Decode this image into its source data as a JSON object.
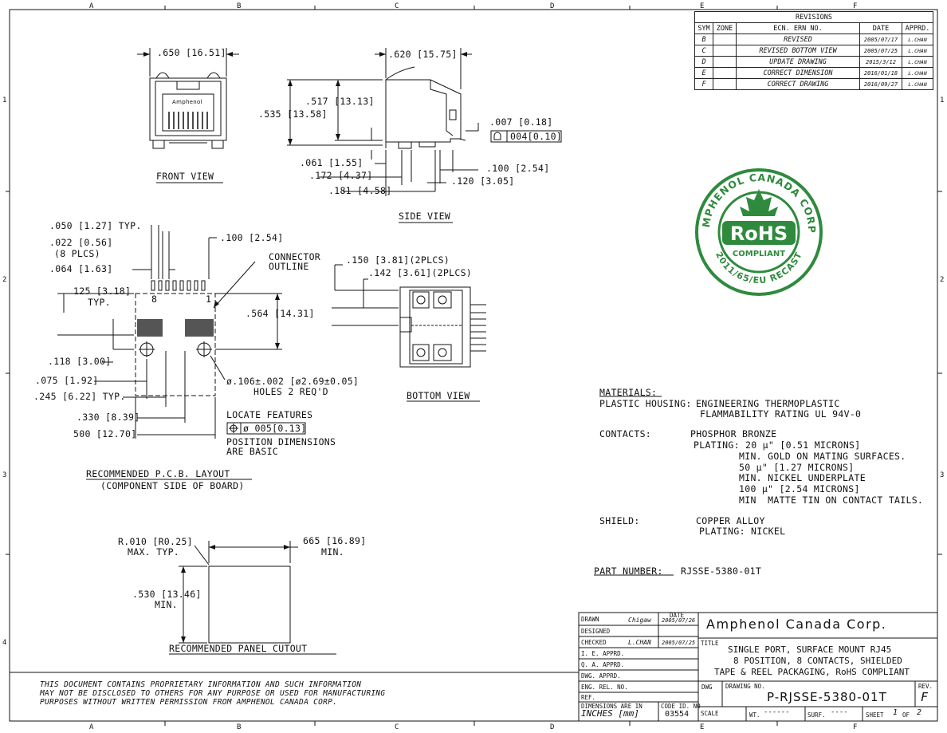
{
  "border": {
    "cols": [
      "A",
      "B",
      "C",
      "D",
      "E",
      "F"
    ],
    "rows": [
      "1",
      "2",
      "3",
      "4"
    ]
  },
  "revisions": {
    "title": "REVISIONS",
    "headers": [
      "SYM",
      "ZONE",
      "ECN. ERN NO.",
      "DATE",
      "APPRD."
    ],
    "rows": [
      {
        "sym": "B",
        "zone": "",
        "desc": "REVISED",
        "date": "2005/07/17",
        "appr": "L.CHAN"
      },
      {
        "sym": "C",
        "zone": "",
        "desc": "REVISED BOTTOM VIEW",
        "date": "2005/07/25",
        "appr": "L.CHAN"
      },
      {
        "sym": "D",
        "zone": "",
        "desc": "UPDATE DRAWING",
        "date": "2015/3/12",
        "appr": "L.CHAN"
      },
      {
        "sym": "E",
        "zone": "",
        "desc": "CORRECT DIMENSION",
        "date": "2016/01/18",
        "appr": "L.CHAN"
      },
      {
        "sym": "F",
        "zone": "",
        "desc": "CORRECT DRAWING",
        "date": "2016/09/27",
        "appr": "L.CHAN"
      }
    ]
  },
  "stamp": {
    "top_text": "AMPHENOL CANADA CORP.",
    "center": "RoHS",
    "sub": "COMPLIANT",
    "bottom_text": "2011/65/EU RECAST",
    "color": "#2f8a3e"
  },
  "front_view": {
    "width_dim": ".650 [16.51]",
    "brand": "Amphenol",
    "label": "FRONT VIEW"
  },
  "side_view": {
    "width_dim": ".620 [15.75]",
    "height_1": ".517 [13.13]",
    "height_2": ".535 [13.58]",
    "dim_061": ".061 [1.55]",
    "dim_172": ".172 [4.37]",
    "dim_181": ".181 [4.58]",
    "dim_100": ".100 [2.54]",
    "dim_120": ".120 [3.05]",
    "tol_007": ".007 [0.18]",
    "flatness": "004[0.10]",
    "label": "SIDE VIEW"
  },
  "pcb_layout": {
    "dim_050": ".050 [1.27] TYP.",
    "dim_022": ".022 [0.56]",
    "plcs_8": "(8 PLCS)",
    "dim_064": ".064 [1.63]",
    "dim_100": ".100 [2.54]",
    "connector_outline_1": "CONNECTOR",
    "connector_outline_2": "OUTLINE",
    "dim_125": "125 [3.18]",
    "typ": "TYP.",
    "pin_8": "8",
    "pin_1": "1",
    "dim_564": ".564 [14.31]",
    "dim_118": ".118 [3.00]",
    "dim_075": ".075 [1.92]",
    "dim_245": ".245 [6.22] TYP.",
    "dim_330": ".330 [8.39]",
    "dim_500": "500 [12.70]",
    "hole_1": "ø.106±.002 [ø2.69±0.05]",
    "hole_2": "HOLES 2 REQ'D",
    "locate": "LOCATE FEATURES",
    "position_tol": "ø 005[0.13]",
    "basic_1": "POSITION DIMENSIONS",
    "basic_2": "ARE BASIC",
    "label": "RECOMMENDED P.C.B. LAYOUT",
    "sublabel": "(COMPONENT SIDE OF BOARD)"
  },
  "bottom_view": {
    "dim_150": ".150 [3.81](2PLCS)",
    "dim_142": ".142 [3.61](2PLCS)",
    "label": "BOTTOM VIEW"
  },
  "panel_cutout": {
    "radius_1": "R.010 [R0.25]",
    "radius_2": "MAX. TYP.",
    "width_1": "665 [16.89]",
    "width_2": "MIN.",
    "height_1": ".530 [13.46]",
    "height_2": "MIN.",
    "label": "RECOMMENDED PANEL CUTOUT"
  },
  "materials": {
    "heading": "MATERIALS:",
    "housing_label": "PLASTIC HOUSING:",
    "housing_1": "ENGINEERING THERMOPLASTIC",
    "housing_2": "FLAMMABILITY RATING UL 94V-0",
    "contacts_label": "CONTACTS:",
    "contacts_1": "PHOSPHOR BRONZE",
    "contacts_2": "PLATING: 20 µ\" [0.51 MICRONS]",
    "contacts_3": "MIN. GOLD ON MATING SURFACES.",
    "contacts_4": "50 µ\" [1.27 MICRONS]",
    "contacts_5": "MIN. NICKEL UNDERPLATE",
    "contacts_6": "100 µ\" [2.54 MICRONS]",
    "contacts_7": "MIN  MATTE TIN ON CONTACT TAILS.",
    "shield_label": "SHIELD:",
    "shield_1": "COPPER ALLOY",
    "shield_2": "PLATING: NICKEL",
    "part_label": "PART NUMBER:",
    "part_number": "RJSSE-5380-01T"
  },
  "disclaimer": {
    "line1": "THIS DOCUMENT CONTAINS PROPRIETARY INFORMATION AND SUCH INFORMATION",
    "line2": "MAY NOT BE DISCLOSED TO OTHERS FOR ANY PURPOSE OR USED FOR MANUFACTURING",
    "line3": "PURPOSES WITHOUT WRITTEN PERMISSION FROM AMPHENOL CANADA CORP."
  },
  "title_block": {
    "date_h": "DATE",
    "drawn": "DRAWN",
    "drawn_by": "Chigaw",
    "drawn_date": "2005/07/26",
    "designed": "DESIGNED",
    "checked": "CHECKED",
    "checked_by": "L.CHAN",
    "checked_date": "2005/07/25",
    "ie_appr": "I. E. APPRD.",
    "qa_appr": "Q. A. APPRD.",
    "dwg_appr": "DWG. APPRD.",
    "eng_rel": "ENG. REL. NO.",
    "ref": "REF.",
    "dims_in": "DIMENSIONS ARE IN",
    "units": "INCHES [mm]",
    "code_id_h": "CODE ID. NO",
    "code_id": "03554",
    "company": "Amphenol Canada Corp.",
    "title_h": "TITLE",
    "title_1": "SINGLE PORT, SURFACE MOUNT RJ45",
    "title_2": "8 POSITION, 8 CONTACTS, SHIELDED",
    "title_3": "TAPE & REEL PACKAGING, RoHS COMPLIANT",
    "dwg_h": "DWG",
    "drawing_no_h": "DRAWING NO.",
    "drawing_no": "P-RJSSE-5380-01T",
    "rev_h": "REV.",
    "rev": "F",
    "scale": "SCALE",
    "wt": "WT.",
    "wt_val": "------",
    "surf": "SURF.",
    "surf_val": "----",
    "sheet": "SHEET",
    "sheet_no": "1",
    "of": "OF",
    "sheet_total": "2"
  }
}
